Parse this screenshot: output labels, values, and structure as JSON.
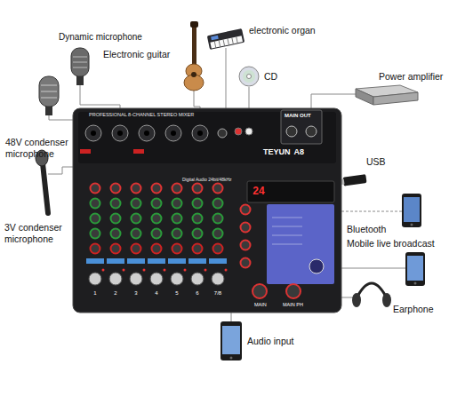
{
  "diagram": {
    "nodes": [
      {
        "text": [
          "PROFESSIONAL 8-CHANNEL STEREO MIXER",
          "MAIN OUT",
          "TEYUN",
          "A8",
          "Digital Audio 24bit/48kHz",
          "MAIN",
          "MAIN PH"
        ]
      },
      {
        "text": [
          "24"
        ],
        "in": 0
      }
    ],
    "labels": [
      "Dynamic microphone",
      "Electronic guitar",
      "electronic organ",
      "CD",
      "Power amplifier",
      "48V condenser microphone",
      "USB",
      "Bluetooth",
      "Mobile live broadcast",
      "3V condenser microphone",
      "Earphone",
      "Audio input",
      "1",
      "2",
      "3",
      "4",
      "5",
      "6",
      "7/8"
    ]
  }
}
